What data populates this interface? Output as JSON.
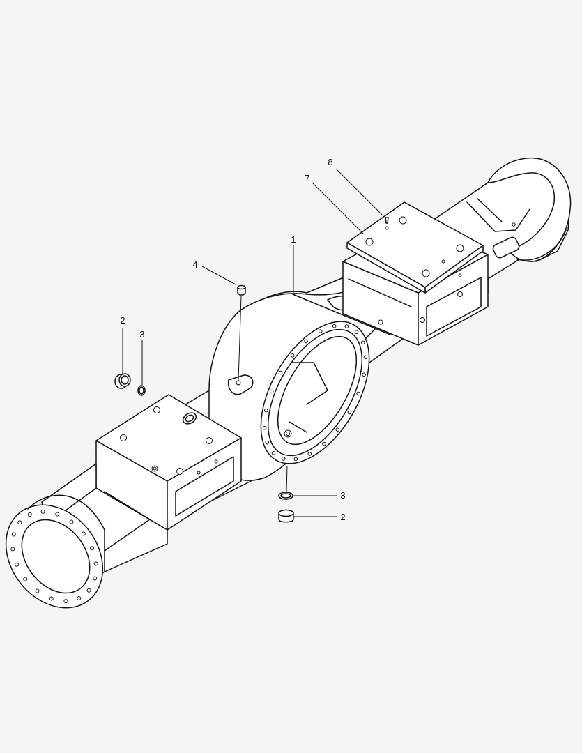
{
  "diagram": {
    "background": "#f5f5f5",
    "line_color": "#111111",
    "callouts": [
      {
        "id": "c1",
        "label": "1"
      },
      {
        "id": "c2a",
        "label": "2"
      },
      {
        "id": "c3a",
        "label": "3"
      },
      {
        "id": "c4",
        "label": "4"
      },
      {
        "id": "c7",
        "label": "7"
      },
      {
        "id": "c8",
        "label": "8"
      },
      {
        "id": "c3b",
        "label": "3"
      },
      {
        "id": "c2b",
        "label": "2"
      }
    ]
  }
}
